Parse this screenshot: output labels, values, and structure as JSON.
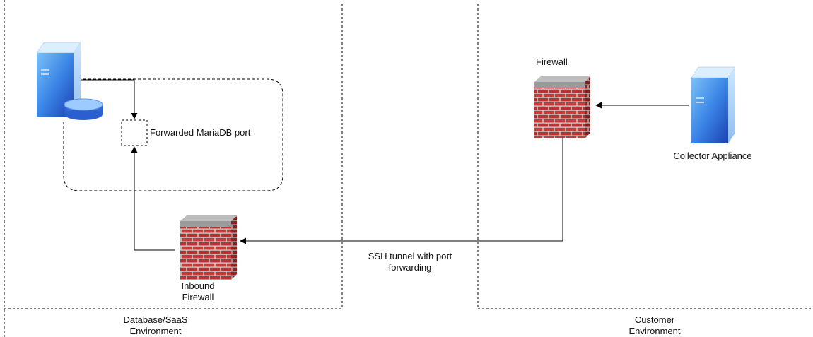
{
  "labels": {
    "forwarded_port": "Forwarded MariaDB port",
    "right_firewall": "Firewall",
    "collector": "Collector Appliance",
    "inbound_firewall_line1": "Inbound",
    "inbound_firewall_line2": "Firewall",
    "ssh_line1": "SSH tunnel with port",
    "ssh_line2": "forwarding",
    "db_env_line1": "Database/SaaS",
    "db_env_line2": "Environment",
    "customer_env_line1": "Customer",
    "customer_env_line2": "Environment"
  },
  "icons": {
    "left_server": "server-icon",
    "database": "database-icon",
    "inbound_firewall": "brick-firewall-icon",
    "right_firewall": "brick-firewall-icon",
    "collector": "server-icon"
  },
  "colors": {
    "server_front_top": "#5aa9f0",
    "server_front_bottom": "#1f4fc0",
    "server_side": "#a9d3fb",
    "brick": "#c23a3a",
    "brick_dark": "#8f2222",
    "mortar": "#d7d7d7",
    "cap": "#9a9a9a",
    "line": "#000000"
  }
}
